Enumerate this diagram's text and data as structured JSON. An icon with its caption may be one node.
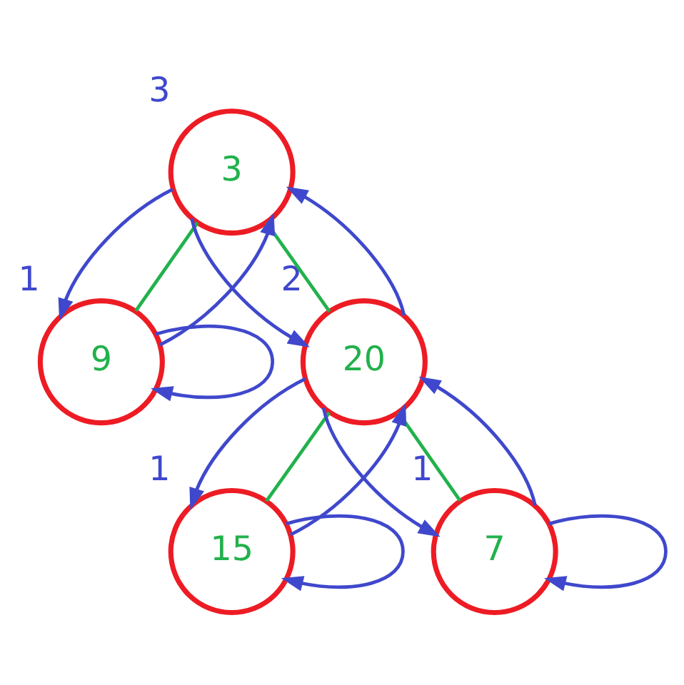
{
  "diagram": {
    "nodes": [
      {
        "text": [
          "3"
        ],
        "beside": [
          "3"
        ]
      },
      {
        "text": [
          "9"
        ],
        "beside": [
          "1"
        ]
      },
      {
        "text": [
          "20"
        ],
        "beside": [
          "2"
        ]
      },
      {
        "text": [
          "15"
        ],
        "beside": [
          "1"
        ]
      },
      {
        "text": [
          "7"
        ],
        "beside": [
          "1"
        ]
      }
    ],
    "edges": [
      {
        "from": 0,
        "to": 1,
        "arrow": "to"
      },
      {
        "from": 0,
        "to": 1,
        "arrow": "none",
        "color": "#22b14c"
      },
      {
        "from": 1,
        "to": 0,
        "arrow": "to"
      },
      {
        "from": 0,
        "to": 2,
        "arrow": "to"
      },
      {
        "from": 0,
        "to": 2,
        "arrow": "none",
        "color": "#22b14c"
      },
      {
        "from": 2,
        "to": 0,
        "arrow": "to"
      },
      {
        "from": 2,
        "to": 3,
        "arrow": "to"
      },
      {
        "from": 2,
        "to": 3,
        "arrow": "none",
        "color": "#22b14c"
      },
      {
        "from": 3,
        "to": 2,
        "arrow": "to"
      },
      {
        "from": 2,
        "to": 4,
        "arrow": "to"
      },
      {
        "from": 2,
        "to": 4,
        "arrow": "none",
        "color": "#22b14c"
      },
      {
        "from": 4,
        "to": 2,
        "arrow": "to"
      },
      {
        "from": 1,
        "to": 1,
        "arrow": "to"
      },
      {
        "from": 3,
        "to": 3,
        "arrow": "to"
      },
      {
        "from": 4,
        "to": 4,
        "arrow": "to"
      }
    ]
  }
}
